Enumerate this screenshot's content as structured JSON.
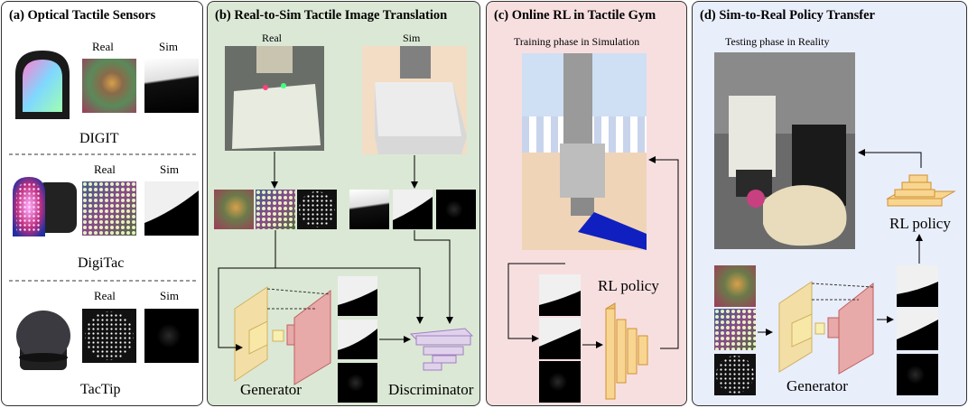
{
  "panels": {
    "a": {
      "title": "(a) Optical Tactile Sensors",
      "col_real": "Real",
      "col_sim": "Sim",
      "sensors": [
        "DIGIT",
        "DigiTac",
        "TacTip"
      ]
    },
    "b": {
      "title": "(b)  Real-to-Sim Tactile Image Translation",
      "real_label": "Real",
      "sim_label": "Sim",
      "generator_label": "Generator",
      "discriminator_label": "Discriminator"
    },
    "c": {
      "title": "(c) Online RL in Tactile Gym",
      "subtitle": "Training phase in Simulation",
      "policy_label": "RL policy"
    },
    "d": {
      "title": "(d) Sim-to-Real Policy Transfer",
      "subtitle": "Testing phase in Reality",
      "policy_label": "RL policy",
      "generator_label": "Generator"
    }
  },
  "colors": {
    "panel_a_bg": "#ffffff",
    "panel_b_bg": "#dbe8d5",
    "panel_c_bg": "#f7dfe0",
    "panel_d_bg": "#e9eefb",
    "generator_yellow": "#f3dfa5",
    "generator_red": "#e8a9a9",
    "discriminator_purple": "#e1d2ec",
    "policy_orange": "#f8d691"
  }
}
